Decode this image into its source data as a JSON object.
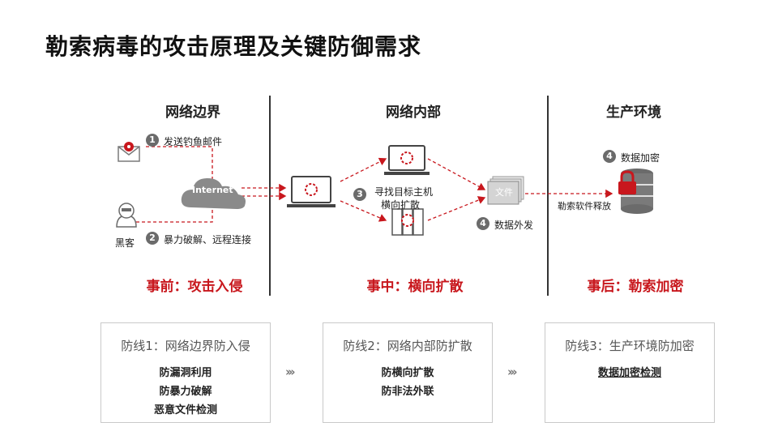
{
  "title": "勒索病毒的攻击原理及关键防御需求",
  "sections": [
    {
      "header": "网络边界",
      "stage": "事前：攻击入侵"
    },
    {
      "header": "网络内部",
      "stage": "事中：横向扩散"
    },
    {
      "header": "生产环境",
      "stage": "事后：勒索加密"
    }
  ],
  "nodes": {
    "internet": "Internet",
    "hacker": "黑客",
    "file": "文件"
  },
  "steps": {
    "s1": {
      "num": "1",
      "text": "发送钓鱼邮件"
    },
    "s2": {
      "num": "2",
      "text": "暴力破解、远程连接"
    },
    "s3": {
      "num": "3",
      "line1": "寻找目标主机",
      "line2": "横向扩散"
    },
    "s4a": {
      "num": "4",
      "text": "数据外发"
    },
    "s4b": {
      "num": "4",
      "text": "数据加密"
    },
    "release": "勒索软件释放"
  },
  "defenses": [
    {
      "title": "防线1：网络边界防入侵",
      "items": [
        "防漏洞利用",
        "防暴力破解",
        "恶意文件检测"
      ]
    },
    {
      "title": "防线2：网络内部防扩散",
      "items": [
        "防横向扩散",
        "防非法外联"
      ]
    },
    {
      "title": "防线3：生产环境防加密",
      "items": [
        "数据加密检测"
      ]
    }
  ],
  "arrows": "›››",
  "colors": {
    "accent": "#c8171d",
    "dark": "#555555",
    "cloud": "#8a8a8a"
  }
}
